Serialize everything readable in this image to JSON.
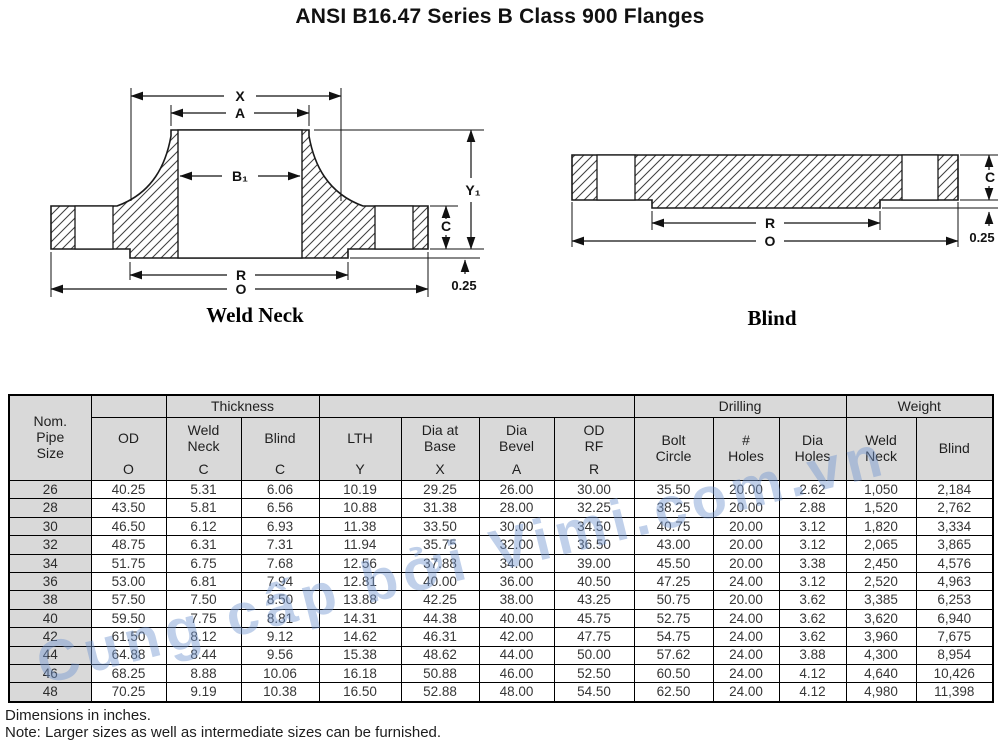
{
  "title": "ANSI B16.47 Series B Class 900 Flanges",
  "watermark": "Cung cấp bởi Vimi.com.vn",
  "colors": {
    "header_bg": "#d9d9d9",
    "border": "#000000",
    "watermark_blue": "#7496d0",
    "text": "#1a1a1a"
  },
  "diagrams": {
    "weld_neck": {
      "caption": "Weld Neck",
      "dim_x": "X",
      "dim_a": "A",
      "dim_b1": "B₁",
      "dim_y1": "Y₁",
      "dim_c": "C",
      "dim_r": "R",
      "dim_o": "O",
      "dim_raised_face": "0.25"
    },
    "blind": {
      "caption": "Blind",
      "dim_c": "C",
      "dim_r": "R",
      "dim_o": "O",
      "dim_raised_face": "0.25"
    }
  },
  "table": {
    "group_headers": {
      "thickness": "Thickness",
      "drilling": "Drilling",
      "weight": "Weight"
    },
    "columns": [
      {
        "label": "Nom.\nPipe\nSize",
        "letter": ""
      },
      {
        "label": "OD",
        "letter": "O"
      },
      {
        "label": "Weld\nNeck",
        "letter": "C"
      },
      {
        "label": "Blind",
        "letter": "C"
      },
      {
        "label": "LTH",
        "letter": "Y"
      },
      {
        "label": "Dia at\nBase",
        "letter": "X"
      },
      {
        "label": "Dia\nBevel",
        "letter": "A"
      },
      {
        "label": "OD\nRF",
        "letter": "R"
      },
      {
        "label": "Bolt\nCircle",
        "letter": ""
      },
      {
        "label": "#\nHoles",
        "letter": ""
      },
      {
        "label": "Dia\nHoles",
        "letter": ""
      },
      {
        "label": "Weld\nNeck",
        "letter": ""
      },
      {
        "label": "Blind",
        "letter": ""
      }
    ],
    "rows": [
      [
        "26",
        "40.25",
        "5.31",
        "6.06",
        "10.19",
        "29.25",
        "26.00",
        "30.00",
        "35.50",
        "20.00",
        "2.62",
        "1,050",
        "2,184"
      ],
      [
        "28",
        "43.50",
        "5.81",
        "6.56",
        "10.88",
        "31.38",
        "28.00",
        "32.25",
        "38.25",
        "20.00",
        "2.88",
        "1,520",
        "2,762"
      ],
      [
        "30",
        "46.50",
        "6.12",
        "6.93",
        "11.38",
        "33.50",
        "30.00",
        "34.50",
        "40.75",
        "20.00",
        "3.12",
        "1,820",
        "3,334"
      ],
      [
        "32",
        "48.75",
        "6.31",
        "7.31",
        "11.94",
        "35.75",
        "32.00",
        "36.50",
        "43.00",
        "20.00",
        "3.12",
        "2,065",
        "3,865"
      ],
      [
        "34",
        "51.75",
        "6.75",
        "7.68",
        "12.56",
        "37.88",
        "34.00",
        "39.00",
        "45.50",
        "20.00",
        "3.38",
        "2,450",
        "4,576"
      ],
      [
        "36",
        "53.00",
        "6.81",
        "7.94",
        "12.81",
        "40.00",
        "36.00",
        "40.50",
        "47.25",
        "24.00",
        "3.12",
        "2,520",
        "4,963"
      ],
      [
        "38",
        "57.50",
        "7.50",
        "8.50",
        "13.88",
        "42.25",
        "38.00",
        "43.25",
        "50.75",
        "20.00",
        "3.62",
        "3,385",
        "6,253"
      ],
      [
        "40",
        "59.50",
        "7.75",
        "8.81",
        "14.31",
        "44.38",
        "40.00",
        "45.75",
        "52.75",
        "24.00",
        "3.62",
        "3,620",
        "6,940"
      ],
      [
        "42",
        "61.50",
        "8.12",
        "9.12",
        "14.62",
        "46.31",
        "42.00",
        "47.75",
        "54.75",
        "24.00",
        "3.62",
        "3,960",
        "7,675"
      ],
      [
        "44",
        "64.88",
        "8.44",
        "9.56",
        "15.38",
        "48.62",
        "44.00",
        "50.00",
        "57.62",
        "24.00",
        "3.88",
        "4,300",
        "8,954"
      ],
      [
        "46",
        "68.25",
        "8.88",
        "10.06",
        "16.18",
        "50.88",
        "46.00",
        "52.50",
        "60.50",
        "24.00",
        "4.12",
        "4,640",
        "10,426"
      ],
      [
        "48",
        "70.25",
        "9.19",
        "10.38",
        "16.50",
        "52.88",
        "48.00",
        "54.50",
        "62.50",
        "24.00",
        "4.12",
        "4,980",
        "11,398"
      ]
    ]
  },
  "footer": {
    "dimensions_note": "Dimensions in inches.",
    "larger_sizes_note": "Note: Larger sizes as well as intermediate sizes can be furnished."
  }
}
